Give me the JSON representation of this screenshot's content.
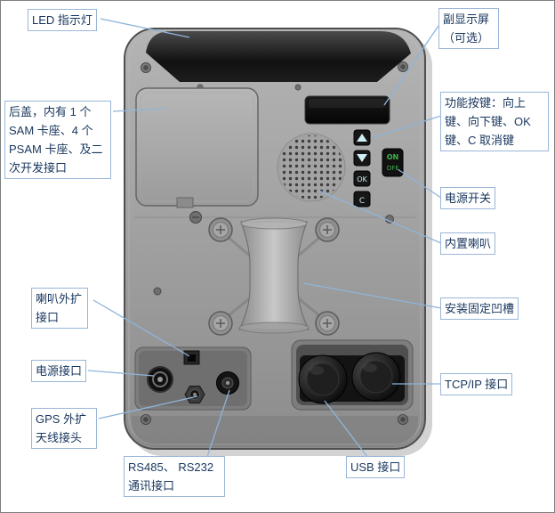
{
  "callouts": {
    "led": "LED 指示灯",
    "sub_display": "副显示屏（可选）",
    "back_cover": "后盖，内有 1 个SAM 卡座、4 个PSAM 卡座、及二次开发接口",
    "function_keys": "功能按键：向上键、向下键、OK键、C 取消键",
    "power_switch": "电源开关",
    "builtin_speaker": "内置喇叭",
    "speaker_ext": "喇叭外扩接口",
    "mount_groove": "安装固定凹槽",
    "power_port": "电源接口",
    "tcpip_port": "TCP/IP 接口",
    "gps_antenna": "GPS 外扩天线接头",
    "rs485_rs232": "RS485、 RS232通讯接口",
    "usb_port": "USB 接口"
  },
  "device_text": {
    "ok": "OK",
    "c": "C",
    "on": "ON",
    "off": "OFF"
  },
  "colors": {
    "callout_line": "#8fb4da",
    "callout_border": "#9ab6d8",
    "label_text": "#17365d",
    "power_on_green": "#3cb54a",
    "body_gray": "#a2a2a2"
  }
}
